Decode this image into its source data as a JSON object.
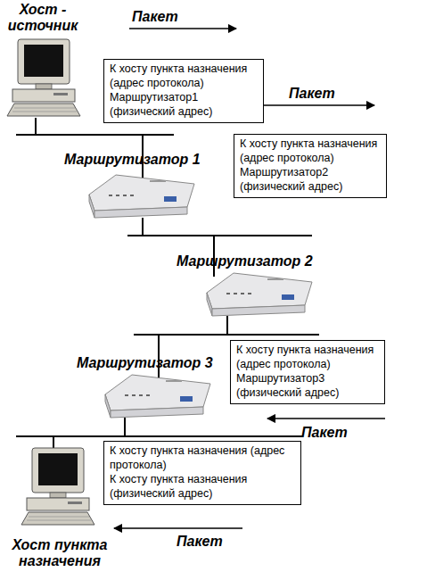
{
  "diagram": {
    "nodes": [
      {
        "text": [
          "К хосту пункта назначения (адрес протокола)",
          "Маршрутизатор1 (физический адрес)"
        ]
      },
      {
        "text": [
          "К хосту пункта назначения (адрес протокола)",
          "Маршрутизатор2 (физический адрес)"
        ]
      },
      {
        "text": [
          "К хосту пункта назначения (адрес протокола)",
          "Маршрутизатор3 (физический адрес)"
        ]
      },
      {
        "text": [
          "К хосту пункта назначения (адрес протокола)",
          "К хосту пункта назначения (физический адрес)"
        ]
      }
    ],
    "labels": [
      "Хост - источник",
      "Пакет",
      "Пакет",
      "Маршрутизатор 1",
      "Маршрутизатор 2",
      "Маршрутизатор 3",
      "Пакет",
      "Пакет",
      "Хост пункта назначения"
    ]
  }
}
